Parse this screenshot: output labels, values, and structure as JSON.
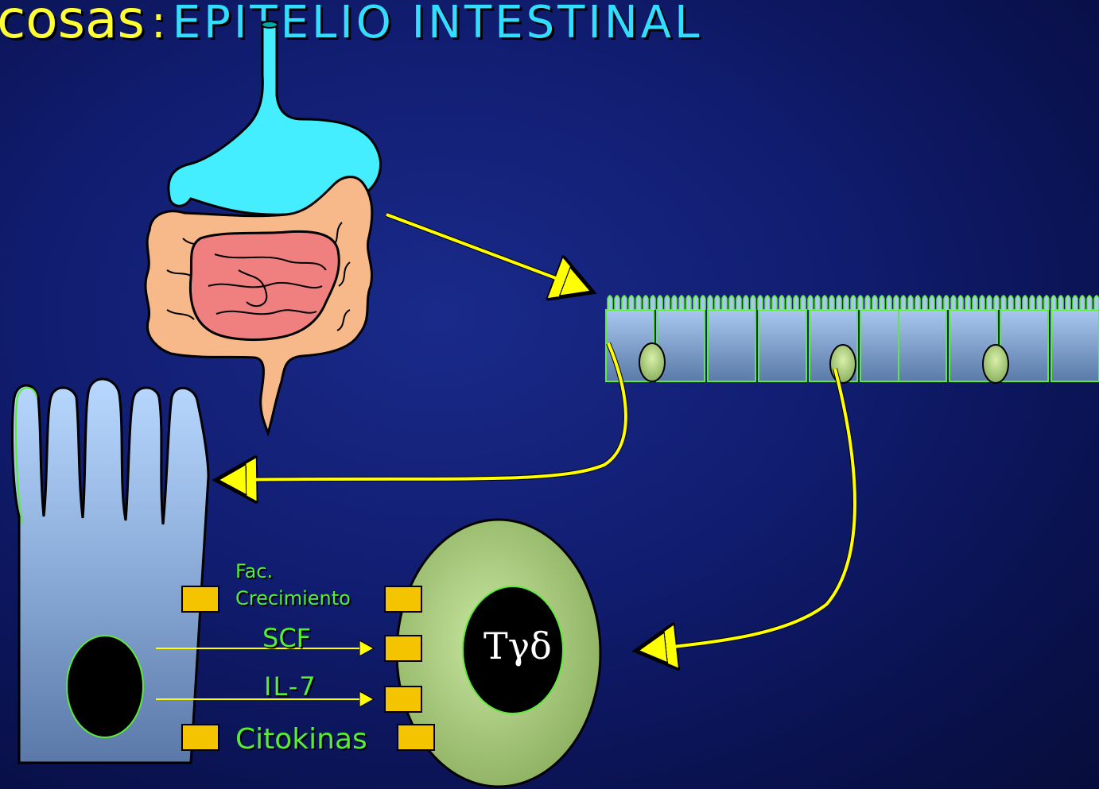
{
  "title": {
    "main": "cosas",
    "separator": ":",
    "subtitle": "EPITELIO INTESTINAL"
  },
  "labels": {
    "fac_line1": "Fac.",
    "fac_line2": "Crecimiento",
    "scf": "SCF",
    "il7": "IL-7",
    "citokinas": "Citokinas",
    "t_cell": "Tγδ"
  },
  "colors": {
    "title_yellow": "#ffff33",
    "title_cyan": "#33ddff",
    "label_green": "#55ee33",
    "arrow_yellow": "#ffff00",
    "stomach": "#44eeff",
    "colon": "#f7b98a",
    "small_intestine": "#f08080",
    "epithelial_cell": "#9fc4f0",
    "t_cell_body": "#a4c878",
    "receptor_box": "#f5c400"
  }
}
